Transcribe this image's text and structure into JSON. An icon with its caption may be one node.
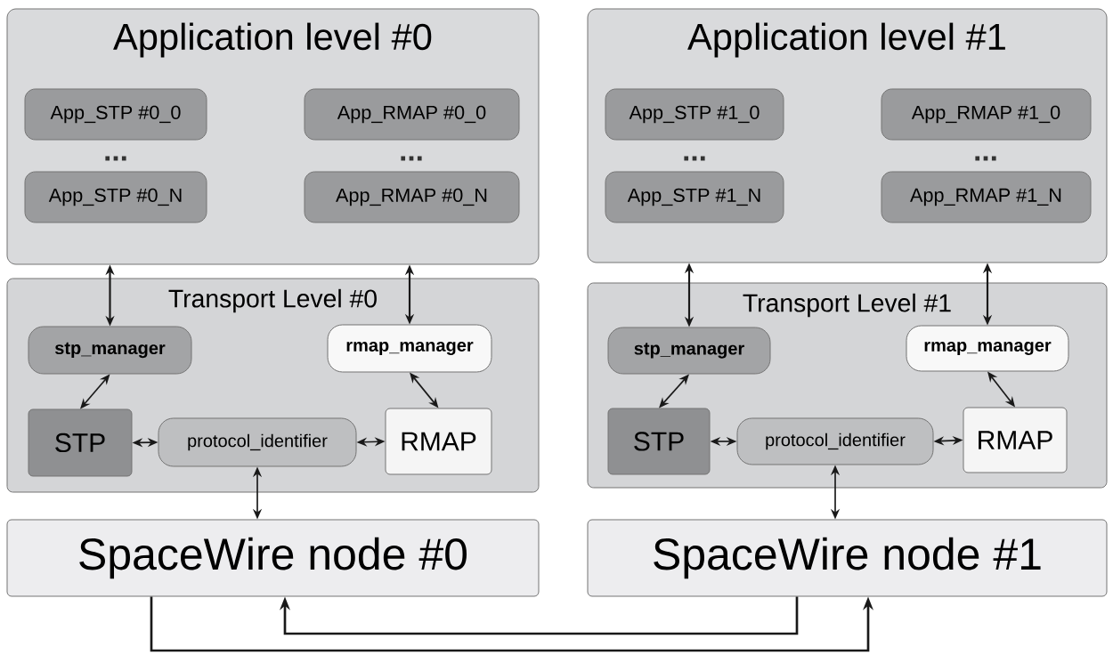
{
  "diagram": {
    "nodes": [
      {
        "text": [
          "Application level #0"
        ]
      },
      {
        "text": [
          "App_STP #0_0"
        ],
        "in": 0
      },
      {
        "text": [
          "App_STP #0_N"
        ],
        "in": 0
      },
      {
        "text": [
          "App_RMAP #0_0"
        ],
        "in": 0
      },
      {
        "text": [
          "App_RMAP #0_N"
        ],
        "in": 0
      },
      {
        "text": [
          "Transport Level #0"
        ]
      },
      {
        "text": [
          "stp_manager"
        ],
        "in": 5
      },
      {
        "text": [
          "rmap_manager"
        ],
        "in": 5
      },
      {
        "text": [
          "STP"
        ],
        "in": 5
      },
      {
        "text": [
          "protocol_identifier"
        ],
        "in": 5
      },
      {
        "text": [
          "RMAP"
        ],
        "in": 5
      },
      {
        "text": [
          "SpaceWire node #0"
        ]
      },
      {
        "text": [
          "Application level #1"
        ]
      },
      {
        "text": [
          "App_STP #1_0"
        ],
        "in": 12
      },
      {
        "text": [
          "App_STP #1_N"
        ],
        "in": 12
      },
      {
        "text": [
          "App_RMAP #1_0"
        ],
        "in": 12
      },
      {
        "text": [
          "App_RMAP #1_N"
        ],
        "in": 12
      },
      {
        "text": [
          "Transport Level #1"
        ]
      },
      {
        "text": [
          "stp_manager"
        ],
        "in": 17
      },
      {
        "text": [
          "rmap_manager"
        ],
        "in": 17
      },
      {
        "text": [
          "STP"
        ],
        "in": 17
      },
      {
        "text": [
          "protocol_identifier"
        ],
        "in": 17
      },
      {
        "text": [
          "RMAP"
        ],
        "in": 17
      },
      {
        "text": [
          "SpaceWire node #1"
        ]
      }
    ],
    "edges": [
      {
        "from": 0,
        "to": 6,
        "arrow": "both"
      },
      {
        "from": 0,
        "to": 7,
        "arrow": "both"
      },
      {
        "from": 6,
        "to": 8,
        "arrow": "both"
      },
      {
        "from": 7,
        "to": 10,
        "arrow": "both"
      },
      {
        "from": 8,
        "to": 9,
        "arrow": "both"
      },
      {
        "from": 9,
        "to": 10,
        "arrow": "both"
      },
      {
        "from": 9,
        "to": 11,
        "arrow": "both"
      },
      {
        "from": 12,
        "to": 18,
        "arrow": "both"
      },
      {
        "from": 12,
        "to": 19,
        "arrow": "both"
      },
      {
        "from": 18,
        "to": 20,
        "arrow": "both"
      },
      {
        "from": 19,
        "to": 22,
        "arrow": "both"
      },
      {
        "from": 20,
        "to": 21,
        "arrow": "both"
      },
      {
        "from": 21,
        "to": 22,
        "arrow": "both"
      },
      {
        "from": 21,
        "to": 23,
        "arrow": "both"
      },
      {
        "from": 11,
        "to": 23,
        "arrow": "to"
      },
      {
        "from": 23,
        "to": 11,
        "arrow": "to"
      }
    ],
    "labels": [
      "...",
      "...",
      "...",
      "..."
    ]
  }
}
